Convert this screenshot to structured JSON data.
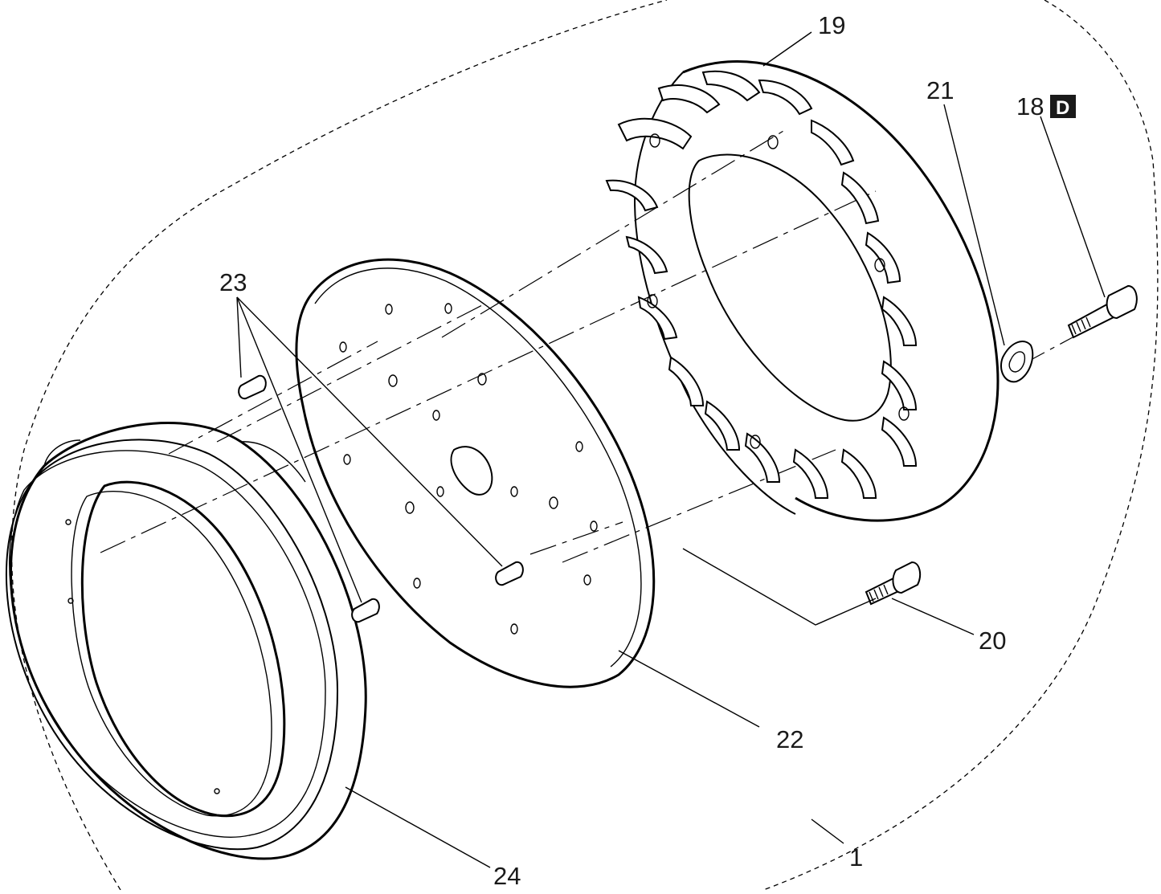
{
  "callouts": {
    "c1": "1",
    "c18": "18",
    "c18_badge": "D",
    "c19": "19",
    "c20": "20",
    "c21": "21",
    "c22": "22",
    "c23": "23",
    "c24": "24"
  },
  "colors": {
    "line": "#000000",
    "badge_bg": "#1a1a1a",
    "background": "#ffffff"
  }
}
